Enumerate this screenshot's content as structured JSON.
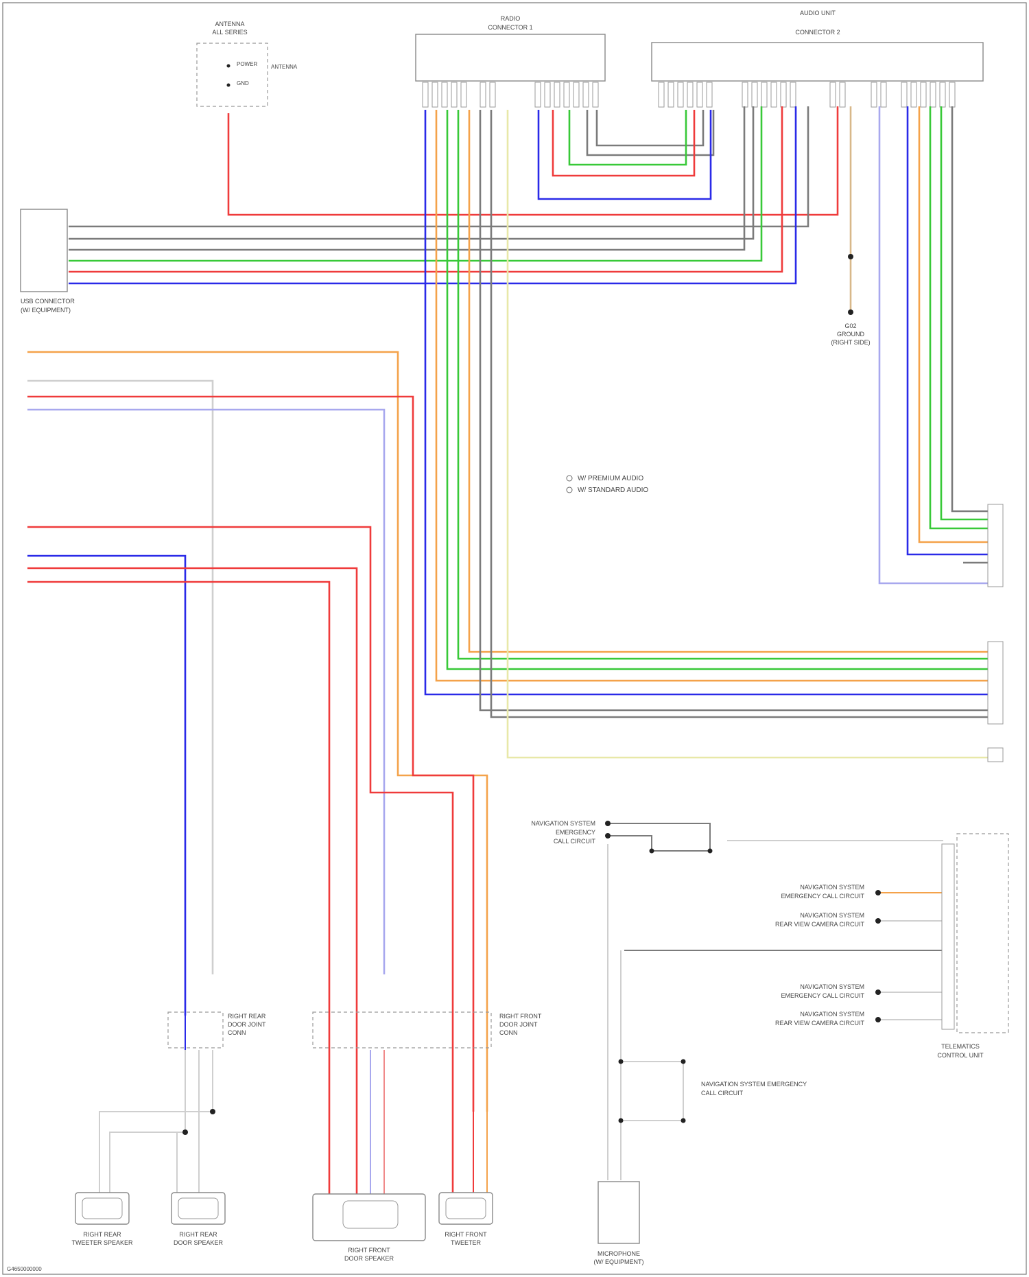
{
  "diagram": {
    "colors": {
      "red": "#ef3b3b",
      "blue": "#2a2ae8",
      "green": "#38c938",
      "orange": "#f4a24a",
      "gray": "#7b7b7b",
      "violet": "#a8a8ee",
      "yellow": "#e8e8a8",
      "pink": "#f08a8a",
      "lightgray": "#cfcfcf",
      "tan": "#d8b88a"
    },
    "components": {
      "ant_module": [
        "ANTENNA",
        "ALL SERIES"
      ],
      "ant_module_pins": [
        "POWER",
        "ANTENNA",
        "GND"
      ],
      "conn_left": [
        "RADIO",
        "CONNECTOR 1"
      ],
      "conn_right": [
        "AUDIO UNIT",
        "CONNECTOR 2"
      ],
      "usb_conn": [
        "USB CONNECTOR",
        "(W/ EQUIPMENT)"
      ],
      "ground_label": [
        "G02",
        "GROUND",
        "(RIGHT SIDE)"
      ],
      "legend": [
        "W/ PREMIUM AUDIO",
        "W/ STANDARD AUDIO"
      ],
      "rr_door": [
        "RIGHT REAR",
        "DOOR JOINT",
        "CONN"
      ],
      "rf_door": [
        "RIGHT FRONT",
        "DOOR JOINT",
        "CONN"
      ],
      "speakers": [
        [
          "RIGHT REAR",
          "TWEETER SPEAKER"
        ],
        [
          "RIGHT REAR",
          "DOOR SPEAKER"
        ],
        [
          "RIGHT FRONT",
          "DOOR SPEAKER"
        ],
        [
          "RIGHT FRONT",
          "TWEETER"
        ]
      ],
      "micro": [
        "MICROPHONE",
        "(W/ EQUIPMENT)"
      ],
      "nav_emergency": [
        "NAVIGATION SYSTEM EMERGENCY",
        "CALL CIRCUIT"
      ],
      "nav_top": [
        "NAVIGATION SYSTEM",
        "EMERGENCY",
        "CALL CIRCUIT"
      ],
      "nav_links": [
        [
          "NAVIGATION SYSTEM",
          "EMERGENCY CALL CIRCUIT"
        ],
        [
          "NAVIGATION SYSTEM",
          "REAR VIEW CAMERA CIRCUIT"
        ],
        [
          "NAVIGATION SYSTEM",
          "EMERGENCY CALL CIRCUIT"
        ],
        [
          "NAVIGATION SYSTEM",
          "REAR VIEW CAMERA CIRCUIT"
        ]
      ],
      "right_module": [
        "TELEMATICS",
        "CONTROL UNIT"
      ],
      "footnote": "G4650000000"
    }
  }
}
